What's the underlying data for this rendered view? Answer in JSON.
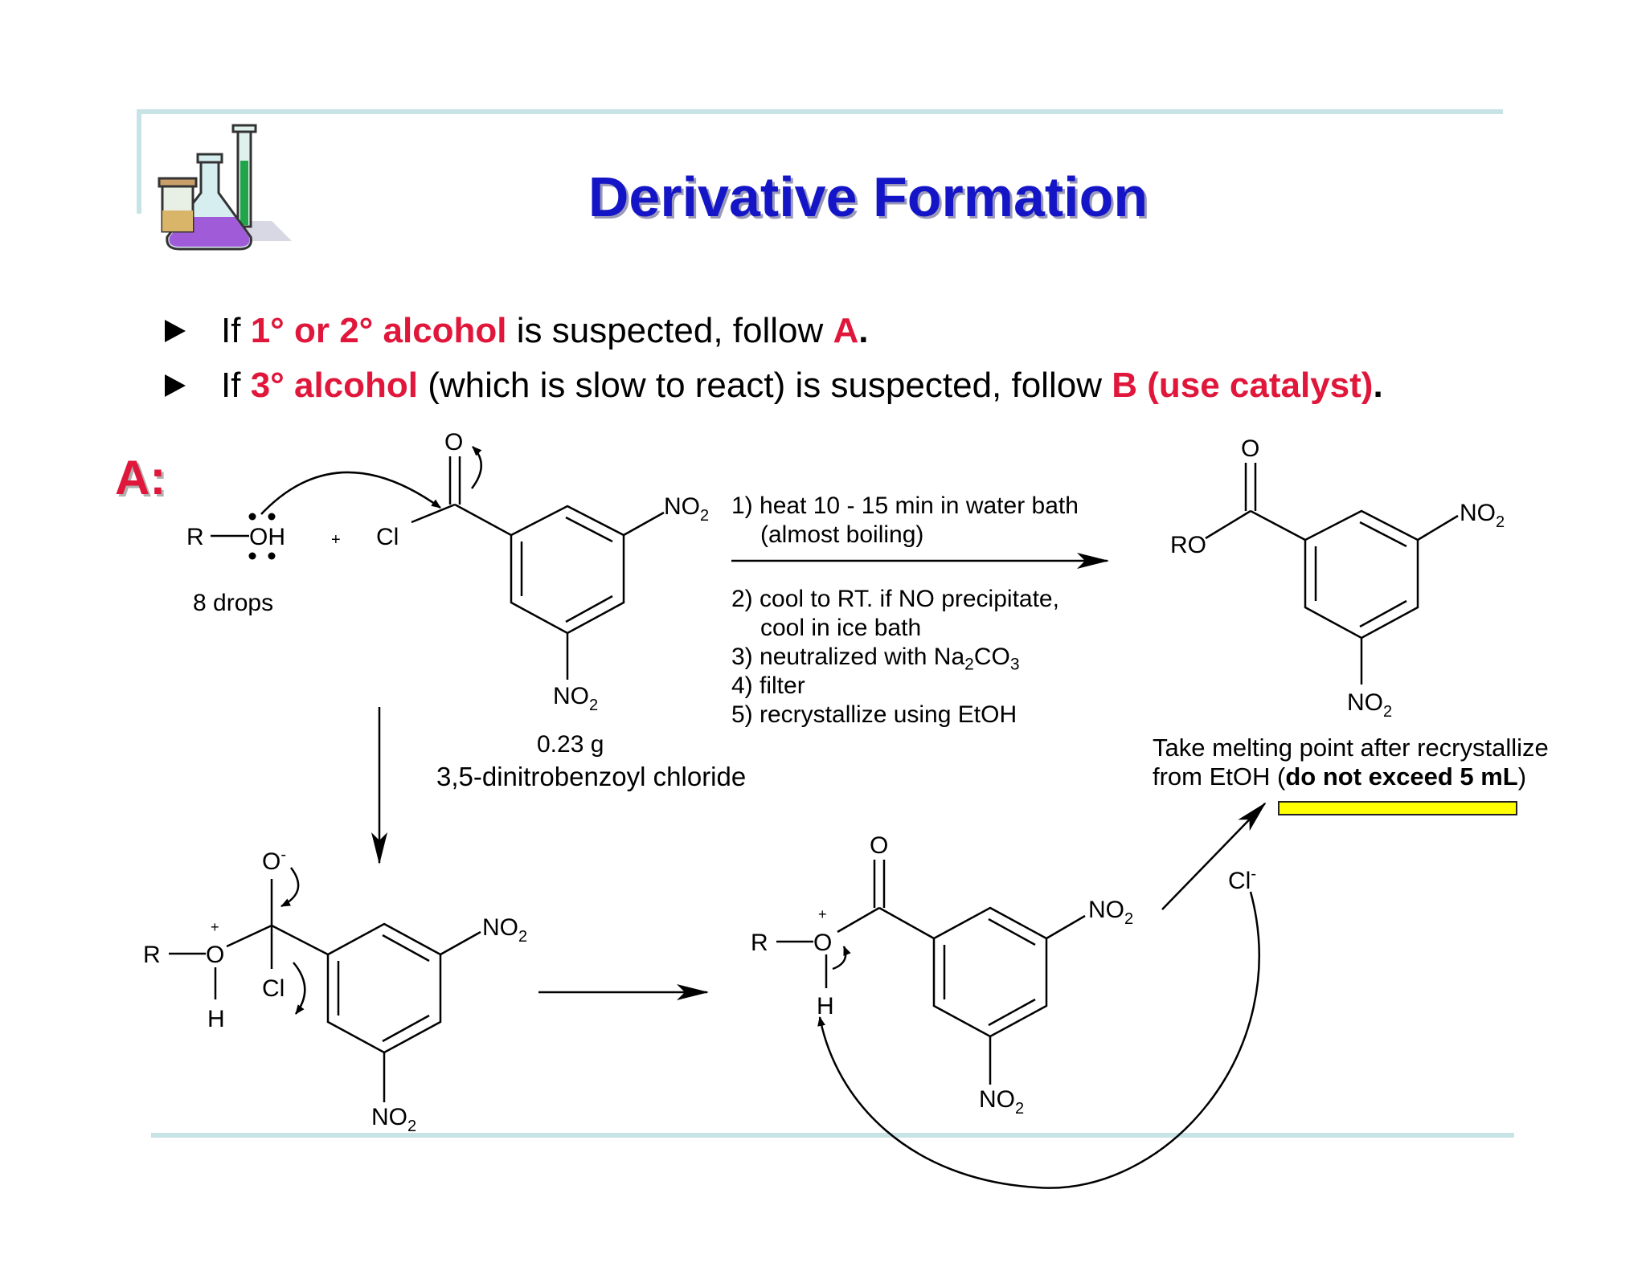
{
  "slide": {
    "title": "Derivative Formation",
    "bullets": [
      {
        "p1": "If ",
        "r1": "1° or 2° alcohol",
        "p2": " is suspected, follow ",
        "r2": "A",
        "p3": "."
      },
      {
        "p1": "If ",
        "r1": "3° alcohol",
        "p2": " (which is slow to react) is suspected, follow ",
        "r2": "B (use catalyst)",
        "p3": "."
      }
    ],
    "section_label": "A",
    "section_colon": ":"
  },
  "reaction": {
    "reagent_r": "R",
    "reagent_oh": "OH",
    "plus": "+",
    "cl": "Cl",
    "o": "O",
    "no": "NO",
    "sub2": "2",
    "amount_alcohol": "8 drops",
    "amount_reagent": "0.23 g",
    "reagent_name": "3,5-dinitrobenzoyl chloride",
    "product_ro": "RO",
    "o_minus": "-",
    "h": "H",
    "cl_minus": "Cl",
    "minus": "-"
  },
  "steps": {
    "s1": "1) heat 10 - 15 min in water bath",
    "s1b": "(almost boiling)",
    "s2": "2) cool to RT. if NO precipitate,",
    "s2b": "cool in ice bath",
    "s3_pre": "3) neutralized with Na",
    "s3_sub1": "2",
    "s3_mid": "CO",
    "s3_sub2": "3",
    "s4": "4) filter",
    "s5": "5) recrystallize using EtOH"
  },
  "note": {
    "line1": "Take melting point after recrystallize",
    "line2_pre": "from EtOH (",
    "line2_bold": "do not exceed 5 mL",
    "line2_post": ")"
  }
}
